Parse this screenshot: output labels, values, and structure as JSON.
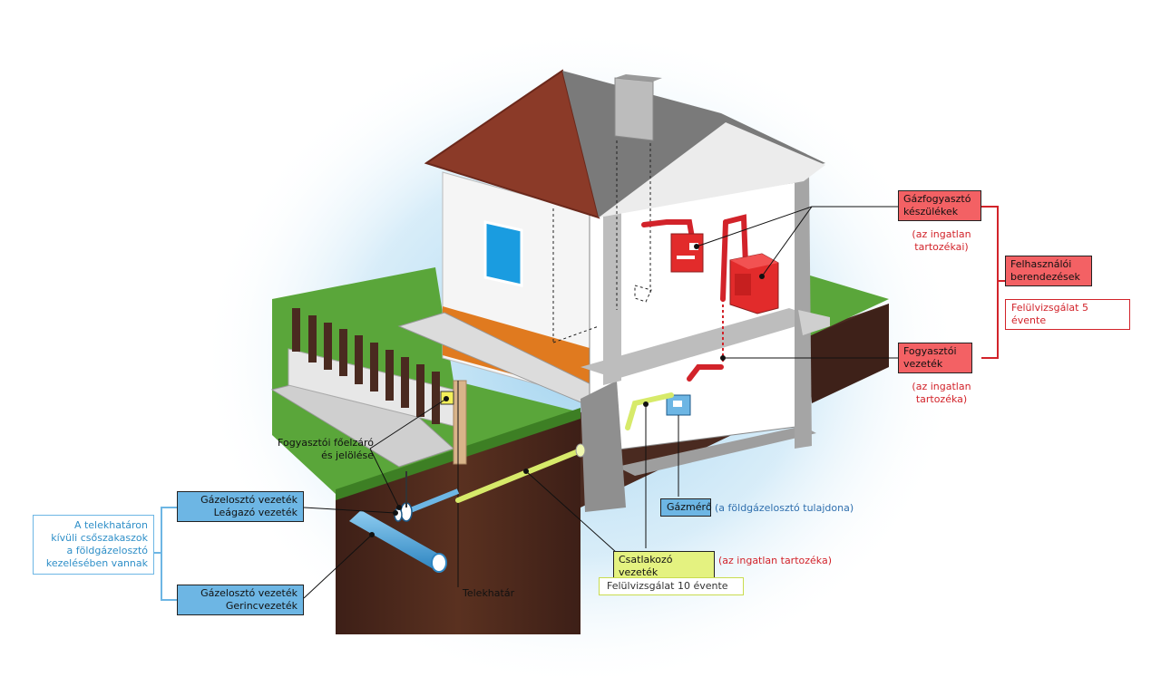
{
  "labels": {
    "gas_appliances": "Gázfogyasztó\nkészülékek",
    "gas_appliances_note": "(az ingatlan\ntartozékai)",
    "user_equipment": "Felhasználói\nberendezések",
    "inspection_5y": "Felülvizsgálat 5 évente",
    "consumer_line": "Fogyasztói\nvezeték",
    "consumer_line_note": "(az ingatlan\ntartozéka)",
    "main_valve": "Fogyasztói főelzáró\nés jelölése",
    "service_line": "Gázelosztó vezeték\nLeágazó vezeték",
    "main_line": "Gázelosztó vezeték\nGerincvezeték",
    "outside_note": "A telekhatáron\nkívüli csőszakaszok\na földgázelosztó\nkezelésében vannak",
    "gas_meter": "Gázmérő",
    "gas_meter_note": "(a földgázelosztó tulajdona)",
    "connecting_line": "Csatlakozó vezeték",
    "connecting_line_note": "(az ingatlan tartozéka)",
    "inspection_10y": "Felülvizsgálat 10 évente",
    "property_line": "Telekhatár"
  },
  "colors": {
    "red": "#d2232a",
    "red_fill": "#f36164",
    "blue": "#6db6e4",
    "yellow": "#e4f280",
    "roof": "#8b3a28",
    "grass": "#5aa63a",
    "soil": "#4a2a20"
  }
}
